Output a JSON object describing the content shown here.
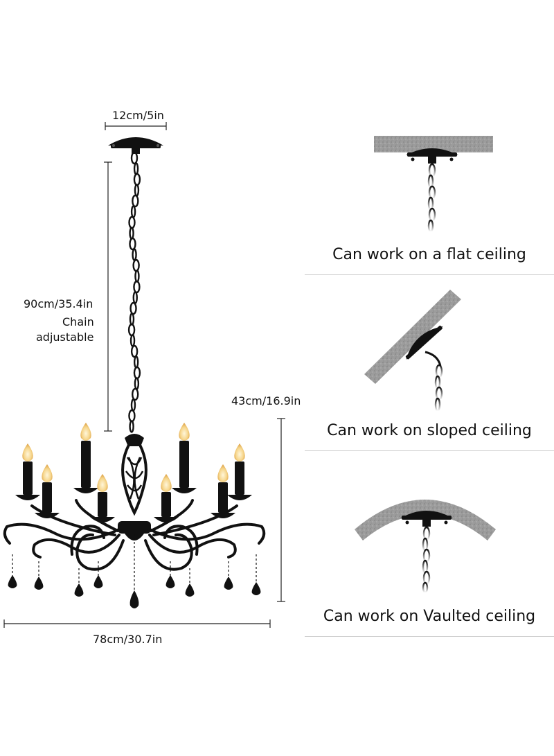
{
  "dimensions": {
    "canopy_width": "12cm/5in",
    "chain_length": "90cm/35.4in",
    "chain_note_line1": "Chain",
    "chain_note_line2": "adjustable",
    "body_height": "43cm/16.9in",
    "body_width": "78cm/30.7in"
  },
  "mounting_options": [
    {
      "type": "flat",
      "caption": "Can work on a flat ceiling"
    },
    {
      "type": "sloped",
      "caption": "Can work on sloped ceiling"
    },
    {
      "type": "vaulted",
      "caption": "Can work on Vaulted ceiling"
    }
  ],
  "colors": {
    "iron": "#111111",
    "ceiling": "#9a9a9a",
    "flame": "#f6d58a",
    "dim_line": "#222222"
  },
  "icons": [
    "chandelier-illustration",
    "flat-ceiling-icon",
    "sloped-ceiling-icon",
    "vaulted-ceiling-icon"
  ]
}
